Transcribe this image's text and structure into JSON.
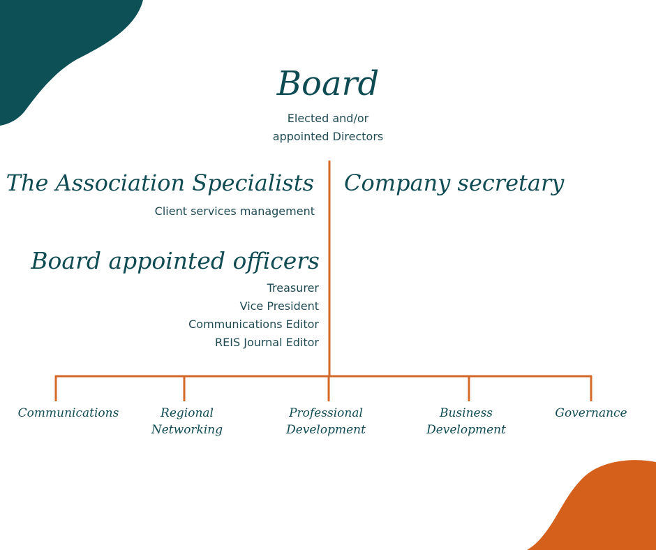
{
  "colors": {
    "teal": "#0d5056",
    "orange": "#d4601c",
    "line": "#d46a2a",
    "text": "#1f4a52"
  },
  "board": {
    "title": "Board",
    "subtitle_line1": "Elected and/or",
    "subtitle_line2": "appointed Directors"
  },
  "association": {
    "title": "The Association Specialists",
    "subtitle": "Client services management"
  },
  "secretary": {
    "title": "Company secretary"
  },
  "officers": {
    "title": "Board appointed officers",
    "items": [
      "Treasurer",
      "Vice President",
      "Communications Editor",
      "REIS Journal Editor"
    ]
  },
  "branches": [
    {
      "line1": "Communications",
      "line2": ""
    },
    {
      "line1": "Regional",
      "line2": "Networking"
    },
    {
      "line1": "Professional",
      "line2": "Development"
    },
    {
      "line1": "Business",
      "line2": "Development"
    },
    {
      "line1": "Governance",
      "line2": ""
    }
  ]
}
